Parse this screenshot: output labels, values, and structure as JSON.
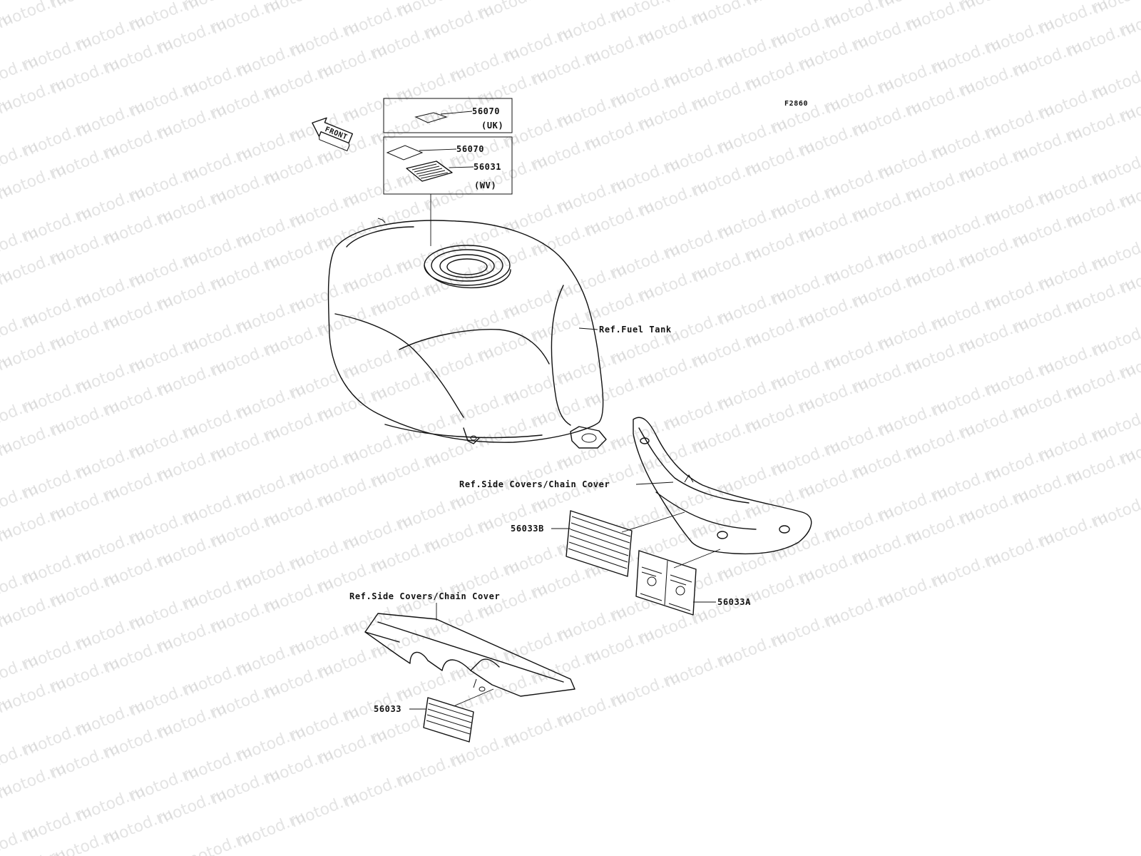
{
  "figure_code": "F2860",
  "watermark_text": "motod.ru",
  "front_label": "FRONT",
  "boxes": {
    "uk": {
      "part": "56070",
      "note": "(UK)"
    },
    "wv": {
      "part_a": "56070",
      "part_b": "56031",
      "note": "(WV)"
    }
  },
  "references": {
    "fuel_tank": "Ref.Fuel Tank",
    "side_cover_upper": "Ref.Side Covers/Chain Cover",
    "side_cover_lower": "Ref.Side Covers/Chain Cover"
  },
  "parts": {
    "decal_56033b": "56033B",
    "decal_56033a": "56033A",
    "decal_56033": "56033"
  },
  "colors": {
    "line": "#111111",
    "watermark": "#cfcfcf",
    "background": "#ffffff"
  }
}
